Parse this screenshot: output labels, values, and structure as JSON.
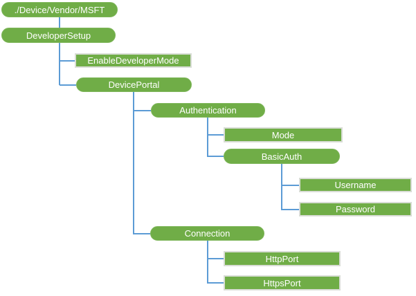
{
  "diagram_type": "tree",
  "colors": {
    "node_fill": "#70AD47",
    "node_text": "#FFFFFF",
    "rect_border": "#D9DDD6",
    "connector": "#5B9BD5",
    "background": "#FFFFFF"
  },
  "nodes": [
    {
      "id": "root",
      "label": "./Device/Vendor/MSFT",
      "shape": "pill",
      "parent": null
    },
    {
      "id": "developer-setup",
      "label": "DeveloperSetup",
      "shape": "pill",
      "parent": "root"
    },
    {
      "id": "enable-developer-mode",
      "label": "EnableDeveloperMode",
      "shape": "rect",
      "parent": "developer-setup"
    },
    {
      "id": "device-portal",
      "label": "DevicePortal",
      "shape": "pill",
      "parent": "developer-setup"
    },
    {
      "id": "authentication",
      "label": "Authentication",
      "shape": "pill",
      "parent": "device-portal"
    },
    {
      "id": "mode",
      "label": "Mode",
      "shape": "rect",
      "parent": "authentication"
    },
    {
      "id": "basic-auth",
      "label": "BasicAuth",
      "shape": "pill",
      "parent": "authentication"
    },
    {
      "id": "username",
      "label": "Username",
      "shape": "rect",
      "parent": "basic-auth"
    },
    {
      "id": "password",
      "label": "Password",
      "shape": "rect",
      "parent": "basic-auth"
    },
    {
      "id": "connection",
      "label": "Connection",
      "shape": "pill",
      "parent": "device-portal"
    },
    {
      "id": "http-port",
      "label": "HttpPort",
      "shape": "rect",
      "parent": "connection"
    },
    {
      "id": "https-port",
      "label": "HttpsPort",
      "shape": "rect",
      "parent": "connection"
    }
  ],
  "hierarchy": {
    "./Device/Vendor/MSFT": {
      "DeveloperSetup": {
        "EnableDeveloperMode": {},
        "DevicePortal": {
          "Authentication": {
            "Mode": {},
            "BasicAuth": {
              "Username": {},
              "Password": {}
            }
          },
          "Connection": {
            "HttpPort": {},
            "HttpsPort": {}
          }
        }
      }
    }
  }
}
